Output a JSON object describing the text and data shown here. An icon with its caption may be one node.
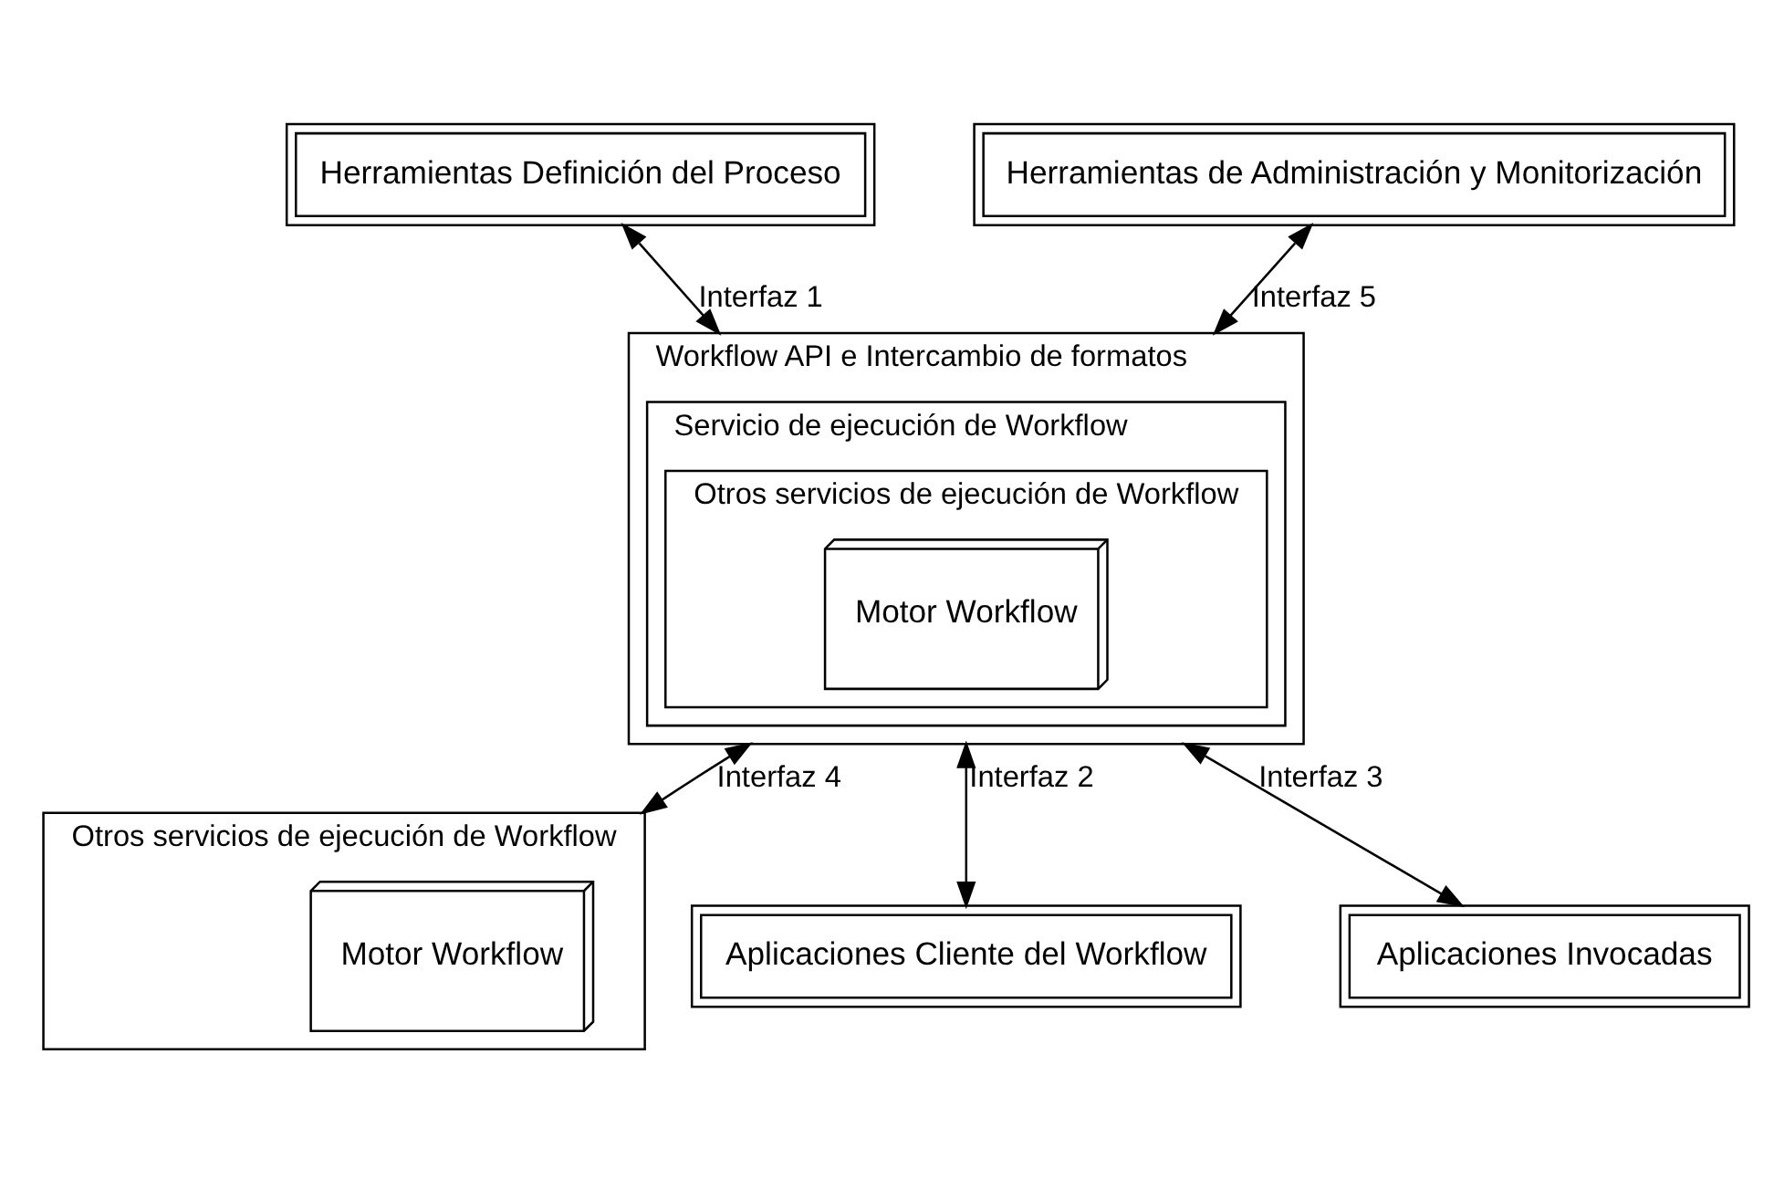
{
  "diagram": {
    "nodes": [
      {
        "text": [
          "Herramientas Definición del Proceso"
        ]
      },
      {
        "text": [
          "Workflow API e Intercambio de formatos"
        ]
      },
      {
        "text": [
          "Servicio de ejecución de Workflow"
        ],
        "in": 1
      },
      {
        "text": [
          "Otros servicios de ejecución de Workflow"
        ],
        "in": 2
      },
      {
        "text": [
          "Motor Workflow"
        ],
        "in": 3
      },
      {
        "text": [
          "Herramientas de Administración y Monitorización"
        ]
      },
      {
        "text": [
          "Otros servicios de ejecución de Workflow"
        ]
      },
      {
        "text": [
          "Motor Workflow"
        ],
        "in": 6
      },
      {
        "text": [
          "Aplicaciones Cliente del Workflow"
        ]
      },
      {
        "text": [
          "Aplicaciones Invocadas"
        ]
      }
    ],
    "edges": [
      {
        "from": 0,
        "to": 1,
        "arrow": "both",
        "label": "Interfaz 1"
      },
      {
        "from": 5,
        "to": 1,
        "arrow": "both",
        "label": "Interfaz 5"
      },
      {
        "from": 1,
        "to": 6,
        "arrow": "both",
        "label": "Interfaz 4"
      },
      {
        "from": 1,
        "to": 8,
        "arrow": "both",
        "label": "Interfaz 2"
      },
      {
        "from": 1,
        "to": 9,
        "arrow": "both",
        "label": "Interfaz 3"
      }
    ]
  }
}
